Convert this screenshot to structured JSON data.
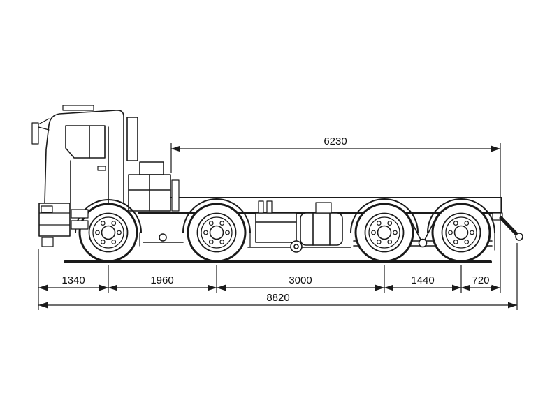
{
  "diagram": {
    "subject": "truck-chassis-side-view-technical-drawing",
    "line_color": "#1a1a1a",
    "background_color": "#ffffff",
    "dimensions": {
      "top_span": {
        "label": "6230"
      },
      "bottom_chain": [
        {
          "label": "1340"
        },
        {
          "label": "1960"
        },
        {
          "label": "3000"
        },
        {
          "label": "1440"
        },
        {
          "label": "720"
        }
      ],
      "overall_length": {
        "label": "8820"
      }
    }
  }
}
